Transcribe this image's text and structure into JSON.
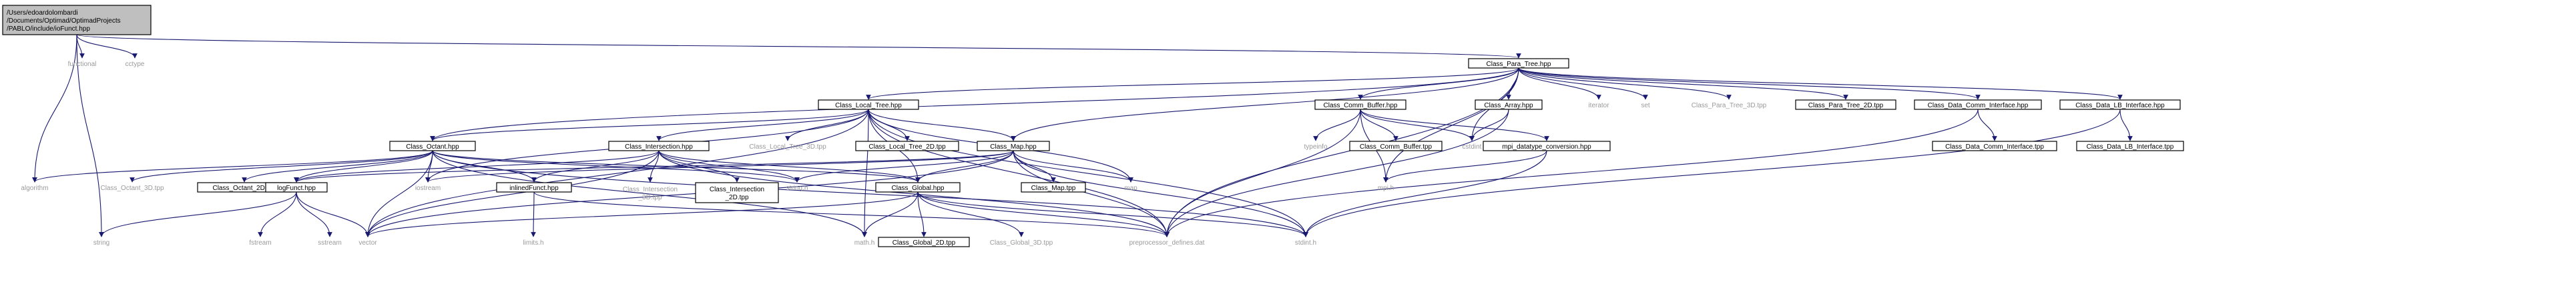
{
  "graph": {
    "colors": {
      "edge": "#191970",
      "root_fill": "#bfbfbf",
      "node_fill": "#ffffff",
      "gray_text": "#9a9a9a"
    },
    "nodes": [
      {
        "id": "root",
        "lines": [
          "/Users/edoardolombardi",
          "/Documents/Optimad/OptimadProjects",
          "/PABLO/include/ioFunct.hpp"
        ],
        "style": "root"
      },
      {
        "id": "functional",
        "lines": [
          "functional"
        ],
        "style": "plain"
      },
      {
        "id": "cctype",
        "lines": [
          "cctype"
        ],
        "style": "plain"
      },
      {
        "id": "paratree",
        "lines": [
          "Class_Para_Tree.hpp"
        ],
        "style": "box"
      },
      {
        "id": "localtree",
        "lines": [
          "Class_Local_Tree.hpp"
        ],
        "style": "box"
      },
      {
        "id": "commbuf",
        "lines": [
          "Class_Comm_Buffer.hpp"
        ],
        "style": "box"
      },
      {
        "id": "array",
        "lines": [
          "Class_Array.hpp"
        ],
        "style": "box"
      },
      {
        "id": "iterator",
        "lines": [
          "iterator"
        ],
        "style": "plain"
      },
      {
        "id": "set",
        "lines": [
          "set"
        ],
        "style": "plain"
      },
      {
        "id": "paratree3d",
        "lines": [
          "Class_Para_Tree_3D.tpp"
        ],
        "style": "plain"
      },
      {
        "id": "paratree2d",
        "lines": [
          "Class_Para_Tree_2D.tpp"
        ],
        "style": "box"
      },
      {
        "id": "datacomm",
        "lines": [
          "Class_Data_Comm_Interface.hpp"
        ],
        "style": "box"
      },
      {
        "id": "datalb",
        "lines": [
          "Class_Data_LB_Interface.hpp"
        ],
        "style": "box"
      },
      {
        "id": "octant",
        "lines": [
          "Class_Octant.hpp"
        ],
        "style": "box"
      },
      {
        "id": "intersection",
        "lines": [
          "Class_Intersection.hpp"
        ],
        "style": "box"
      },
      {
        "id": "localtree3d",
        "lines": [
          "Class_Local_Tree_3D.tpp"
        ],
        "style": "plain"
      },
      {
        "id": "localtree2d",
        "lines": [
          "Class_Local_Tree_2D.tpp"
        ],
        "style": "box"
      },
      {
        "id": "map",
        "lines": [
          "Class_Map.hpp"
        ],
        "style": "box"
      },
      {
        "id": "typeinfo",
        "lines": [
          "typeinfo"
        ],
        "style": "plain"
      },
      {
        "id": "commbuftpp",
        "lines": [
          "Class_Comm_Buffer.tpp"
        ],
        "style": "box"
      },
      {
        "id": "cstdint",
        "lines": [
          "cstdint"
        ],
        "style": "plain"
      },
      {
        "id": "mpidt",
        "lines": [
          "mpi_datatype_conversion.hpp"
        ],
        "style": "box"
      },
      {
        "id": "datacommtpp",
        "lines": [
          "Class_Data_Comm_Interface.tpp"
        ],
        "style": "box"
      },
      {
        "id": "datalbtpp",
        "lines": [
          "Class_Data_LB_Interface.tpp"
        ],
        "style": "box"
      },
      {
        "id": "algorithm",
        "lines": [
          "algorithm"
        ],
        "style": "plain"
      },
      {
        "id": "octant3d",
        "lines": [
          "Class_Octant_3D.tpp"
        ],
        "style": "plain"
      },
      {
        "id": "octant2d",
        "lines": [
          "Class_Octant_2D.tpp"
        ],
        "style": "box"
      },
      {
        "id": "logfunct",
        "lines": [
          "logFunct.hpp"
        ],
        "style": "box"
      },
      {
        "id": "iostream",
        "lines": [
          "iostream"
        ],
        "style": "plain"
      },
      {
        "id": "inlined",
        "lines": [
          "inlinedFunct.hpp"
        ],
        "style": "box"
      },
      {
        "id": "inter3d",
        "lines": [
          "Class_Intersection",
          "_3D.tpp"
        ],
        "style": "plain"
      },
      {
        "id": "inter2d",
        "lines": [
          "Class_Intersection",
          "_2D.tpp"
        ],
        "style": "box"
      },
      {
        "id": "stringh",
        "lines": [
          "string.h"
        ],
        "style": "plain"
      },
      {
        "id": "global",
        "lines": [
          "Class_Global.hpp"
        ],
        "style": "box"
      },
      {
        "id": "maptpp",
        "lines": [
          "Class_Map.tpp"
        ],
        "style": "box"
      },
      {
        "id": "mapstd",
        "lines": [
          "map"
        ],
        "style": "plain"
      },
      {
        "id": "mpih",
        "lines": [
          "mpi.h"
        ],
        "style": "plain"
      },
      {
        "id": "string",
        "lines": [
          "string"
        ],
        "style": "plain"
      },
      {
        "id": "fstream",
        "lines": [
          "fstream"
        ],
        "style": "plain"
      },
      {
        "id": "sstream",
        "lines": [
          "sstream"
        ],
        "style": "plain"
      },
      {
        "id": "vector",
        "lines": [
          "vector"
        ],
        "style": "plain"
      },
      {
        "id": "limits",
        "lines": [
          "limits.h"
        ],
        "style": "plain"
      },
      {
        "id": "mathh",
        "lines": [
          "math.h"
        ],
        "style": "plain"
      },
      {
        "id": "global2d",
        "lines": [
          "Class_Global_2D.tpp"
        ],
        "style": "box"
      },
      {
        "id": "global3d",
        "lines": [
          "Class_Global_3D.tpp"
        ],
        "style": "plain"
      },
      {
        "id": "predefs",
        "lines": [
          "preprocessor_defines.dat"
        ],
        "style": "plain"
      },
      {
        "id": "stdinth",
        "lines": [
          "stdint.h"
        ],
        "style": "plain"
      }
    ],
    "edges": [
      [
        "root",
        "functional"
      ],
      [
        "root",
        "cctype"
      ],
      [
        "root",
        "paratree"
      ],
      [
        "root",
        "algorithm"
      ],
      [
        "root",
        "string"
      ],
      [
        "paratree",
        "localtree"
      ],
      [
        "paratree",
        "commbuf"
      ],
      [
        "paratree",
        "array"
      ],
      [
        "paratree",
        "iterator"
      ],
      [
        "paratree",
        "set"
      ],
      [
        "paratree",
        "paratree3d"
      ],
      [
        "paratree",
        "paratree2d"
      ],
      [
        "paratree",
        "datacomm"
      ],
      [
        "paratree",
        "datalb"
      ],
      [
        "paratree",
        "octant"
      ],
      [
        "paratree",
        "map"
      ],
      [
        "paratree",
        "cstdint"
      ],
      [
        "paratree",
        "mpih"
      ],
      [
        "paratree",
        "predefs"
      ],
      [
        "localtree",
        "octant"
      ],
      [
        "localtree",
        "intersection"
      ],
      [
        "localtree",
        "localtree3d"
      ],
      [
        "localtree",
        "localtree2d"
      ],
      [
        "localtree",
        "global"
      ],
      [
        "localtree",
        "map"
      ],
      [
        "localtree",
        "mapstd"
      ],
      [
        "localtree",
        "vector"
      ],
      [
        "localtree",
        "iostream"
      ],
      [
        "localtree",
        "stdinth"
      ],
      [
        "localtree",
        "predefs"
      ],
      [
        "localtree",
        "mathh"
      ],
      [
        "commbuf",
        "typeinfo"
      ],
      [
        "commbuf",
        "commbuftpp"
      ],
      [
        "commbuf",
        "cstdint"
      ],
      [
        "commbuf",
        "mpidt"
      ],
      [
        "commbuf",
        "predefs"
      ],
      [
        "commbuf",
        "mpih"
      ],
      [
        "array",
        "cstdint"
      ],
      [
        "array",
        "predefs"
      ],
      [
        "datacomm",
        "datacommtpp"
      ],
      [
        "datacomm",
        "predefs"
      ],
      [
        "datalb",
        "datalbtpp"
      ],
      [
        "datalb",
        "stdinth"
      ],
      [
        "mpidt",
        "mpih"
      ],
      [
        "mpidt",
        "stdinth"
      ],
      [
        "octant",
        "algorithm"
      ],
      [
        "octant",
        "octant3d"
      ],
      [
        "octant",
        "octant2d"
      ],
      [
        "octant",
        "logfunct"
      ],
      [
        "octant",
        "iostream"
      ],
      [
        "octant",
        "inlined"
      ],
      [
        "octant",
        "stringh"
      ],
      [
        "octant",
        "global"
      ],
      [
        "octant",
        "vector"
      ],
      [
        "octant",
        "stdinth"
      ],
      [
        "octant",
        "mathh"
      ],
      [
        "intersection",
        "inter3d"
      ],
      [
        "intersection",
        "inter2d"
      ],
      [
        "intersection",
        "stringh"
      ],
      [
        "intersection",
        "logfunct"
      ],
      [
        "intersection",
        "inlined"
      ],
      [
        "intersection",
        "global"
      ],
      [
        "intersection",
        "vector"
      ],
      [
        "intersection",
        "predefs"
      ],
      [
        "map",
        "maptpp"
      ],
      [
        "map",
        "mapstd"
      ],
      [
        "map",
        "global"
      ],
      [
        "map",
        "stringh"
      ],
      [
        "map",
        "vector"
      ],
      [
        "map",
        "stdinth"
      ],
      [
        "map",
        "predefs"
      ],
      [
        "map",
        "iostream"
      ],
      [
        "map",
        "logfunct"
      ],
      [
        "logfunct",
        "string"
      ],
      [
        "logfunct",
        "fstream"
      ],
      [
        "logfunct",
        "sstream"
      ],
      [
        "logfunct",
        "vector"
      ],
      [
        "inlined",
        "limits"
      ],
      [
        "inlined",
        "predefs"
      ],
      [
        "global",
        "global2d"
      ],
      [
        "global",
        "global3d"
      ],
      [
        "global",
        "mathh"
      ],
      [
        "global",
        "stdinth"
      ],
      [
        "global",
        "predefs"
      ],
      [
        "global",
        "vector"
      ]
    ]
  }
}
